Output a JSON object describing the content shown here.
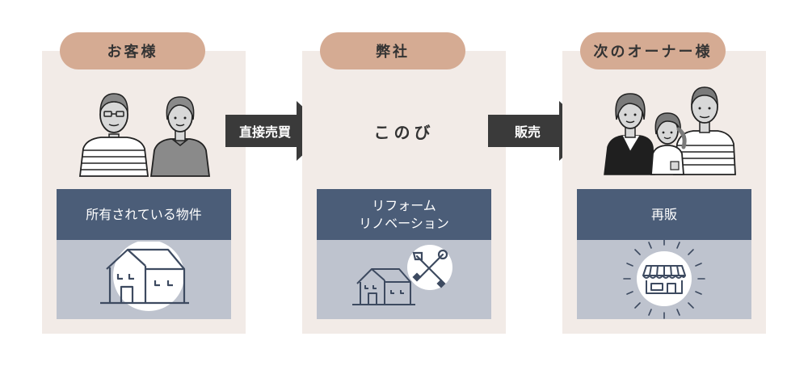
{
  "columns": [
    {
      "header": "お客様",
      "box_label": "所有されている物件"
    },
    {
      "header": "弊社",
      "center_text": "このび",
      "box_label_line1": "リフォーム",
      "box_label_line2": "リノベーション"
    },
    {
      "header": "次のオーナー様",
      "box_label": "再販"
    }
  ],
  "arrows": [
    {
      "label": "直接売買"
    },
    {
      "label": "販売"
    }
  ],
  "colors": {
    "panel_bg": "#f2ebe7",
    "pill": "#d5ab93",
    "box_top": "#4b5d78",
    "box_bottom": "#bec3ce",
    "arrow": "#3a3a3a"
  },
  "icons": [
    "couple-illustration",
    "house-icon",
    "house-with-tools-icon",
    "family-illustration",
    "shop-icon"
  ]
}
